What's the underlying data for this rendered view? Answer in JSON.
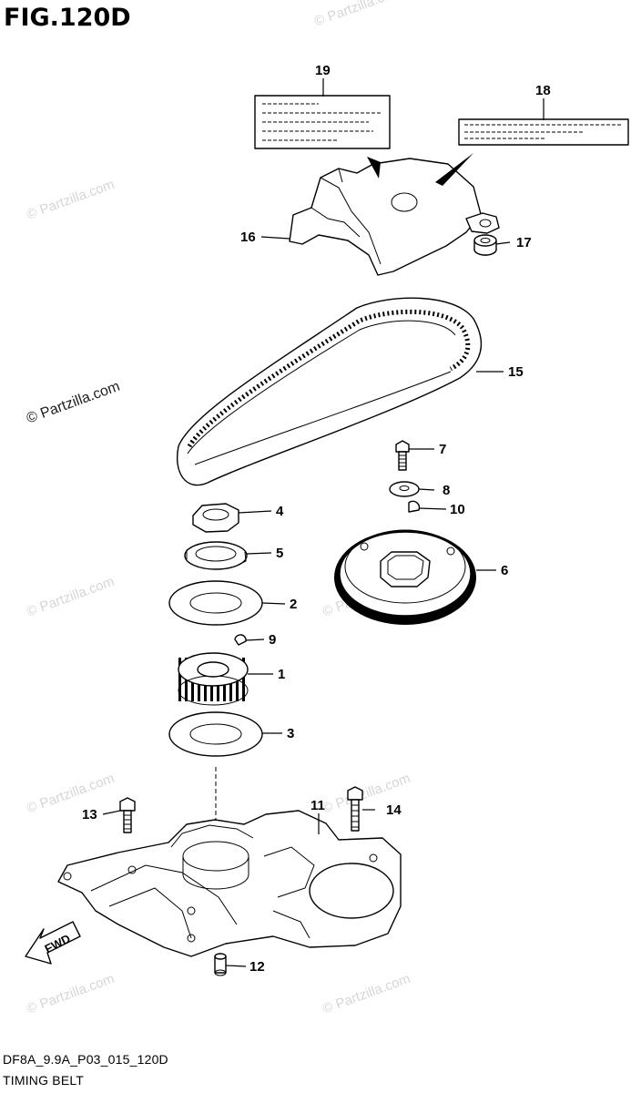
{
  "figure_title": "FIG.120D",
  "footer": {
    "diagram_code": "DF8A_9.9A_P03_015_120D",
    "section_name": "TIMING BELT"
  },
  "watermark": "© Partzilla.com",
  "fwd_label": "FWD",
  "callouts": [
    "1",
    "2",
    "3",
    "4",
    "5",
    "6",
    "7",
    "8",
    "9",
    "10",
    "11",
    "12",
    "13",
    "14",
    "15",
    "16",
    "17",
    "18",
    "19"
  ],
  "colors": {
    "line": "#000000",
    "background": "#ffffff",
    "watermark": "#d6d6d6"
  }
}
